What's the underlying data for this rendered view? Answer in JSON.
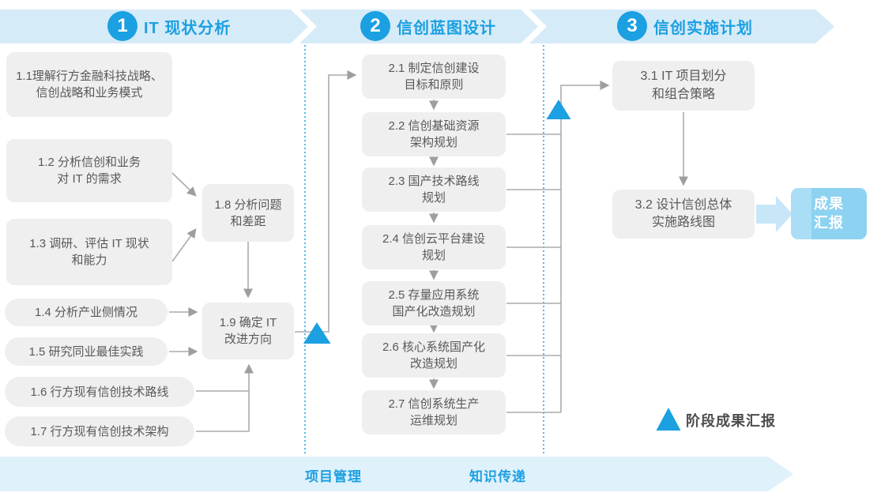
{
  "header": {
    "phases": [
      {
        "num": "1",
        "title": "IT 现状分析"
      },
      {
        "num": "2",
        "title": "信创蓝图设计"
      },
      {
        "num": "3",
        "title": "信创实施计划"
      }
    ]
  },
  "stage1": {
    "boxes": [
      {
        "text": "1.1理解行方金融科技战略、\n信创战略和业务模式"
      },
      {
        "text": "1.2 分析信创和业务\n对 IT 的需求"
      },
      {
        "text": "1.3 调研、评估 IT 现状\n和能力"
      },
      {
        "text": "1.4 分析产业侧情况"
      },
      {
        "text": "1.5 研究同业最佳实践"
      },
      {
        "text": "1.6 行方现有信创技术路线"
      },
      {
        "text": "1.7 行方现有信创技术架构"
      },
      {
        "text": "1.8 分析问题\n和差距"
      },
      {
        "text": "1.9 确定 IT\n改进方向"
      }
    ]
  },
  "stage2": {
    "boxes": [
      {
        "text": "2.1 制定信创建设\n目标和原则"
      },
      {
        "text": "2.2 信创基础资源\n架构规划"
      },
      {
        "text": "2.3 国产技术路线\n规划"
      },
      {
        "text": "2.4 信创云平台建设\n规划"
      },
      {
        "text": "2.5 存量应用系统\n国产化改造规划"
      },
      {
        "text": "2.6 核心系统国产化\n改造规划"
      },
      {
        "text": "2.7 信创系统生产\n运维规划"
      }
    ]
  },
  "stage3": {
    "boxes": [
      {
        "text": "3.1 IT 项目划分\n和组合策略"
      },
      {
        "text": "3.2 设计信创总体\n实施路线图"
      }
    ],
    "report_label": "成果\n汇报"
  },
  "legend": {
    "label": "阶段成果汇报"
  },
  "footer": {
    "items": [
      "项目管理",
      "知识传递"
    ]
  },
  "colors": {
    "accent": "#1BA0E2",
    "band_top": "#D6EBF8",
    "band_bottom": "#DFF1FB",
    "box_gray": "#EFEFEF",
    "box_text": "#58595B",
    "connector": "#ACACAC",
    "report_box": "#8DD2F1",
    "report_box_stripe": "#A9DEF6",
    "report_arrow": "#C7E7F8",
    "dotted_divider": "#29ABE2"
  }
}
